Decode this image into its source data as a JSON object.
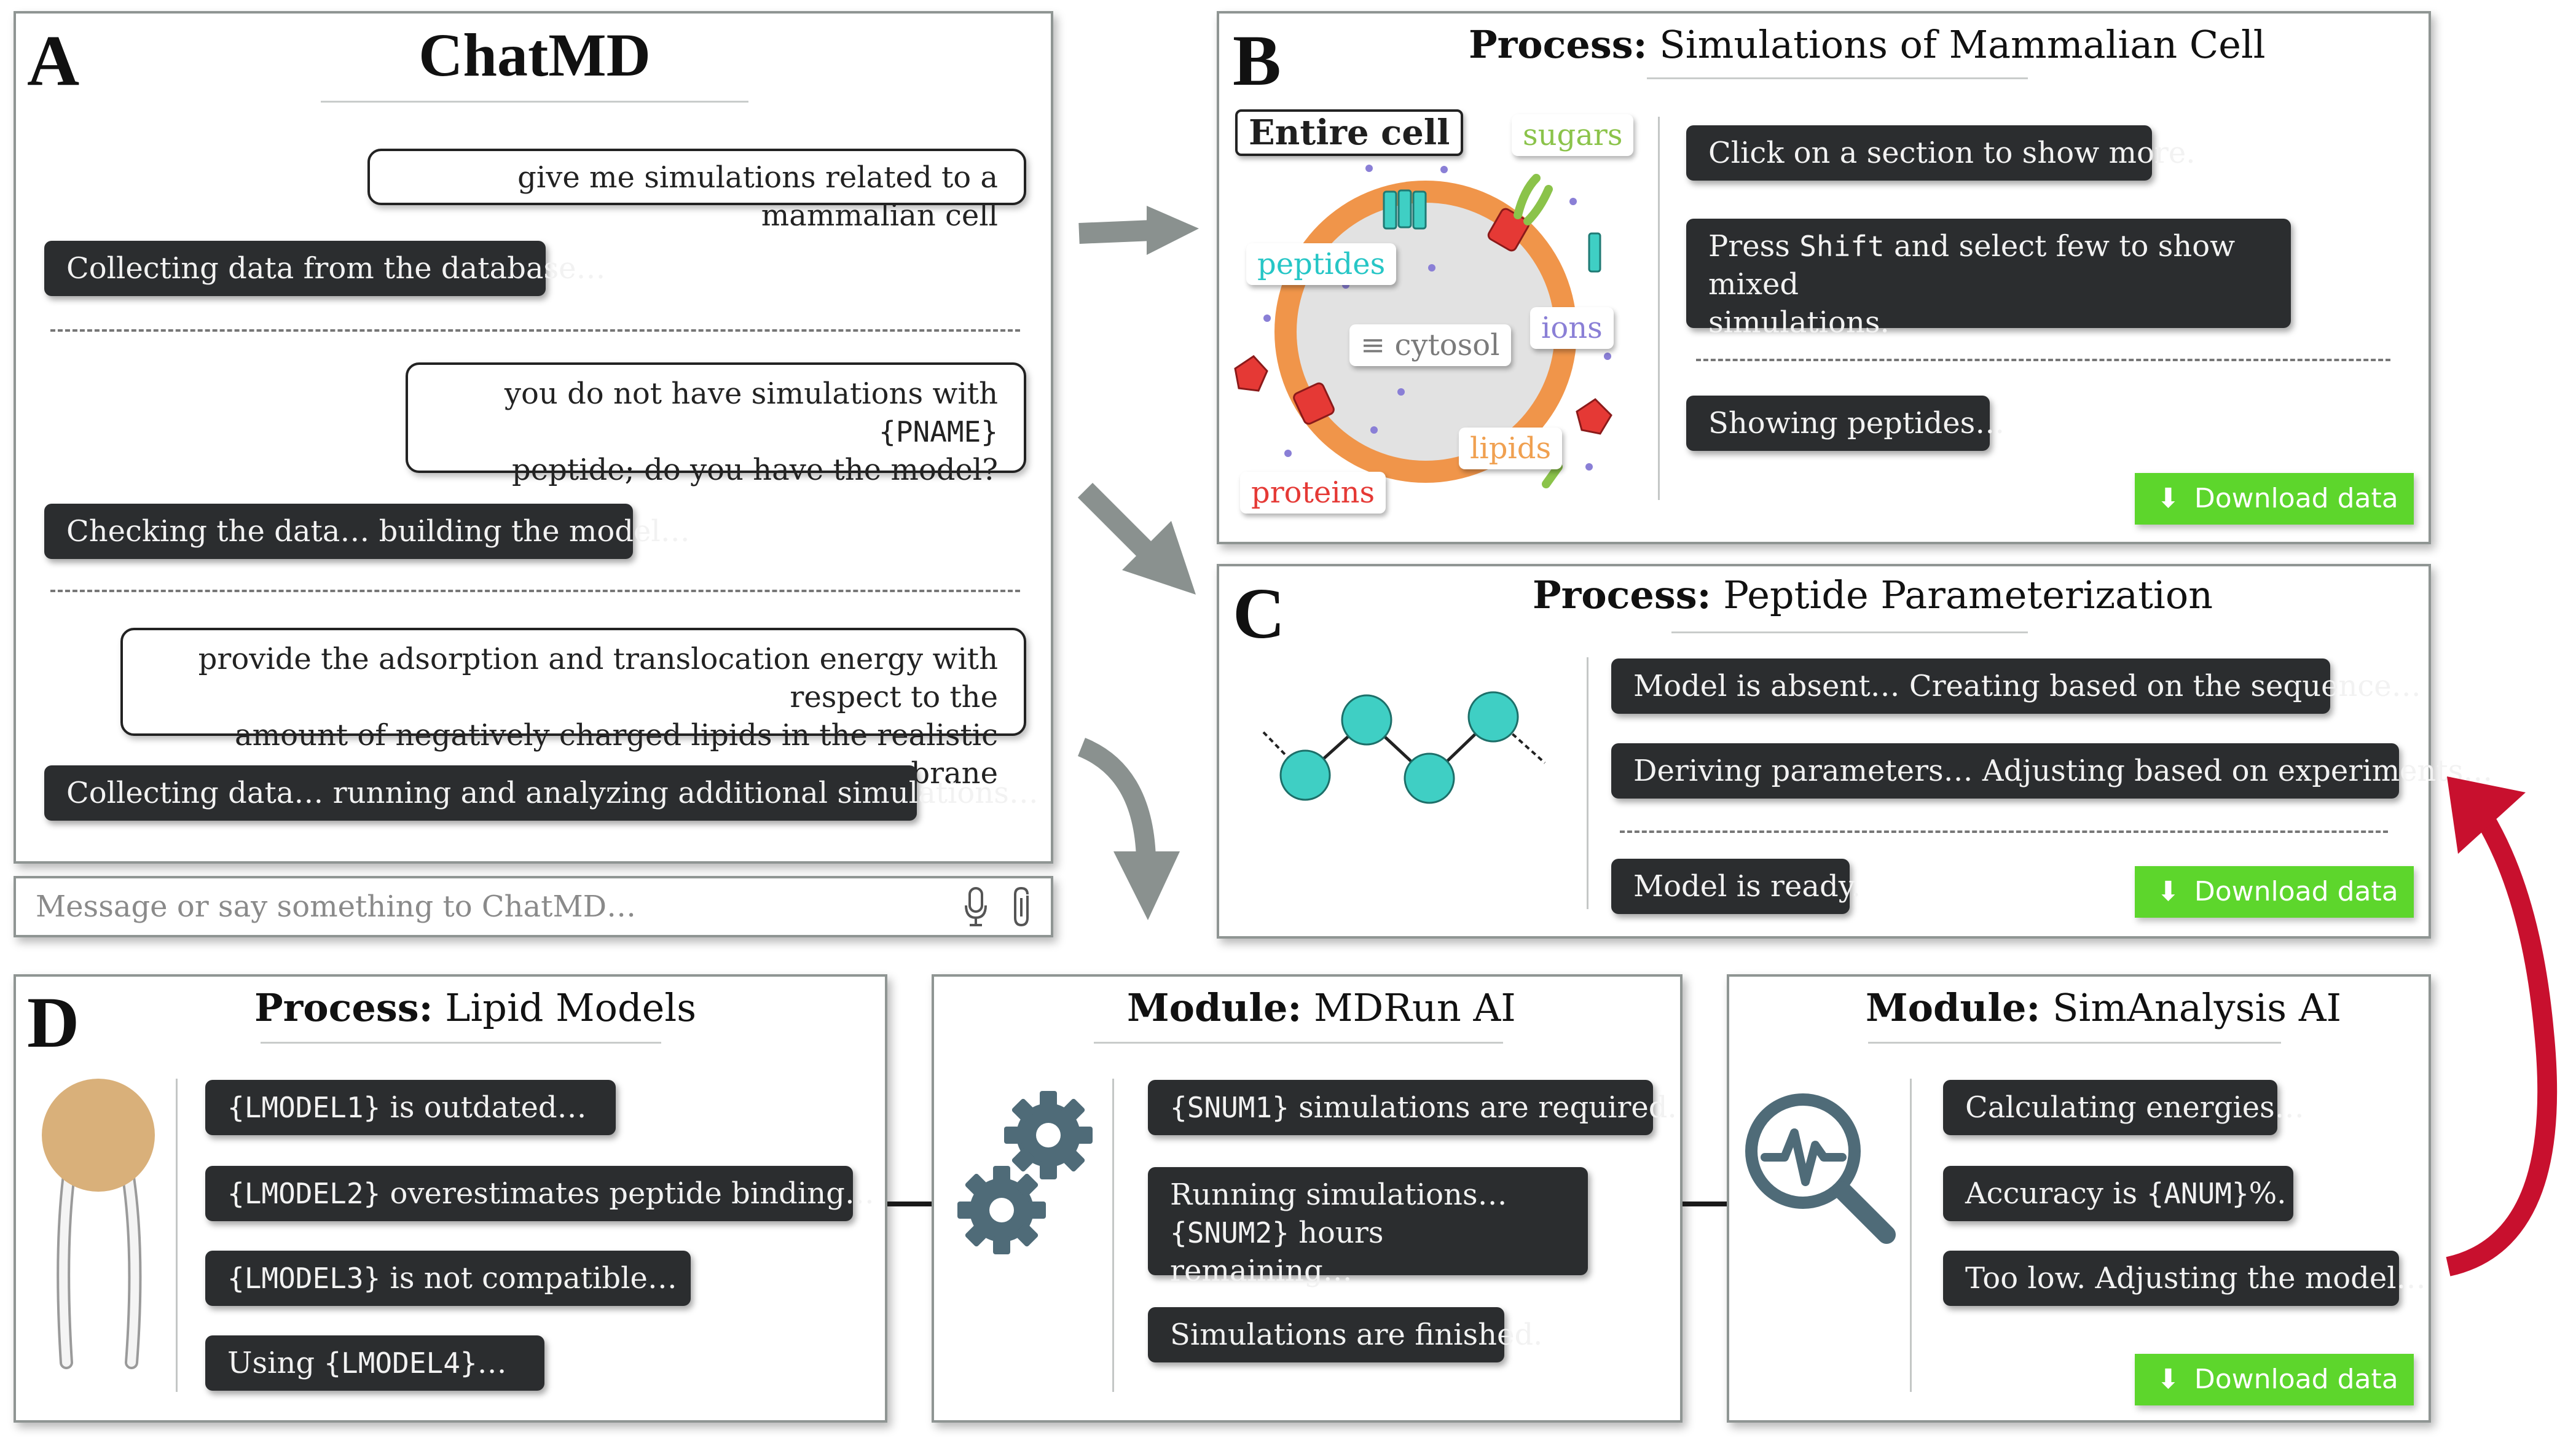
{
  "panel_a": {
    "letter": "A",
    "title": "ChatMD",
    "messages": [
      "give me simulations related to a mammalian cell",
      "Collecting data from the database…",
      "you do not have simulations with",
      "{PNAME}",
      "peptide; do you have the model?",
      "Checking the data… building the model…",
      "provide the adsorption and translocation energy with respect to the",
      "amount of negatively charged lipids in the realistic membrane",
      "Collecting data… running and analyzing additional simulations…"
    ],
    "input_placeholder": "Message or say something to ChatMD…",
    "mic_icon": "microphone-icon",
    "attach_icon": "paperclip-icon"
  },
  "panel_b": {
    "letter": "B",
    "title_bold": "Process:",
    "title_rest": "Simulations of Mammalian Cell",
    "cell_labels": {
      "entire_cell": "Entire cell",
      "sugars": "sugars",
      "peptides": "peptides",
      "cytosol": "cytosol",
      "ions": "ions",
      "lipids": "lipids",
      "proteins": "proteins"
    },
    "label_colors": {
      "sugars": "#8bc34a",
      "peptides": "#26c6c6",
      "cytosol": "#7b7b7b",
      "ions": "#8a7fd6",
      "lipids": "#f0a050",
      "proteins": "#e53935"
    },
    "msg_click": "Click on a section to show more.",
    "msg_press_pre": "Press",
    "msg_press_key": "Shift",
    "msg_press_post": "and select few to show mixed",
    "msg_press_line2": "simulations.",
    "msg_showing": "Showing peptides…",
    "download": "Download data"
  },
  "panel_c": {
    "letter": "C",
    "title_bold": "Process:",
    "title_rest": "Peptide Parameterization",
    "messages": [
      "Model is absent… Creating based on the sequence…",
      "Deriving parameters… Adjusting based on experiments…",
      "Model is ready."
    ],
    "download": "Download data"
  },
  "panel_d": {
    "letter": "D",
    "title_bold": "Process:",
    "title_rest": "Lipid Models",
    "messages": [
      {
        "code": "{LMODEL1}",
        "text": "is outdated…"
      },
      {
        "code": "{LMODEL2}",
        "text": "overestimates peptide binding…"
      },
      {
        "code": "{LMODEL3}",
        "text": "is not compatible…"
      },
      {
        "pre": "Using",
        "code": "{LMODEL4}",
        "text": "…"
      }
    ]
  },
  "panel_mdrun": {
    "title_bold": "Module:",
    "title_rest": "MDRun AI",
    "msg1_code": "{SNUM1}",
    "msg1_text": "simulations are required.",
    "msg2_line1": "Running simulations…",
    "msg2_code": "{SNUM2}",
    "msg2_text": "hours remaining…",
    "msg3": "Simulations are finished.",
    "icon": "gears-icon"
  },
  "panel_sim": {
    "title_bold": "Module:",
    "title_rest": "SimAnalysis AI",
    "msg1": "Calculating energies…",
    "msg2_pre": "Accuracy is",
    "msg2_code": "{ANUM}",
    "msg2_post": "%.",
    "msg3": "Too low. Adjusting the model…",
    "download": "Download data",
    "icon": "magnifier-waveform-icon"
  },
  "colors": {
    "dark_bubble": "#2b2d2f",
    "download_green": "#5dd62c",
    "arrow_grey": "#8a918f",
    "feedback_red": "#c8102e",
    "membrane_orange": "#f0954a",
    "peptide_teal": "#3fcfc4",
    "lipid_head": "#d9b07a",
    "icon_blue": "#4f6b78"
  }
}
